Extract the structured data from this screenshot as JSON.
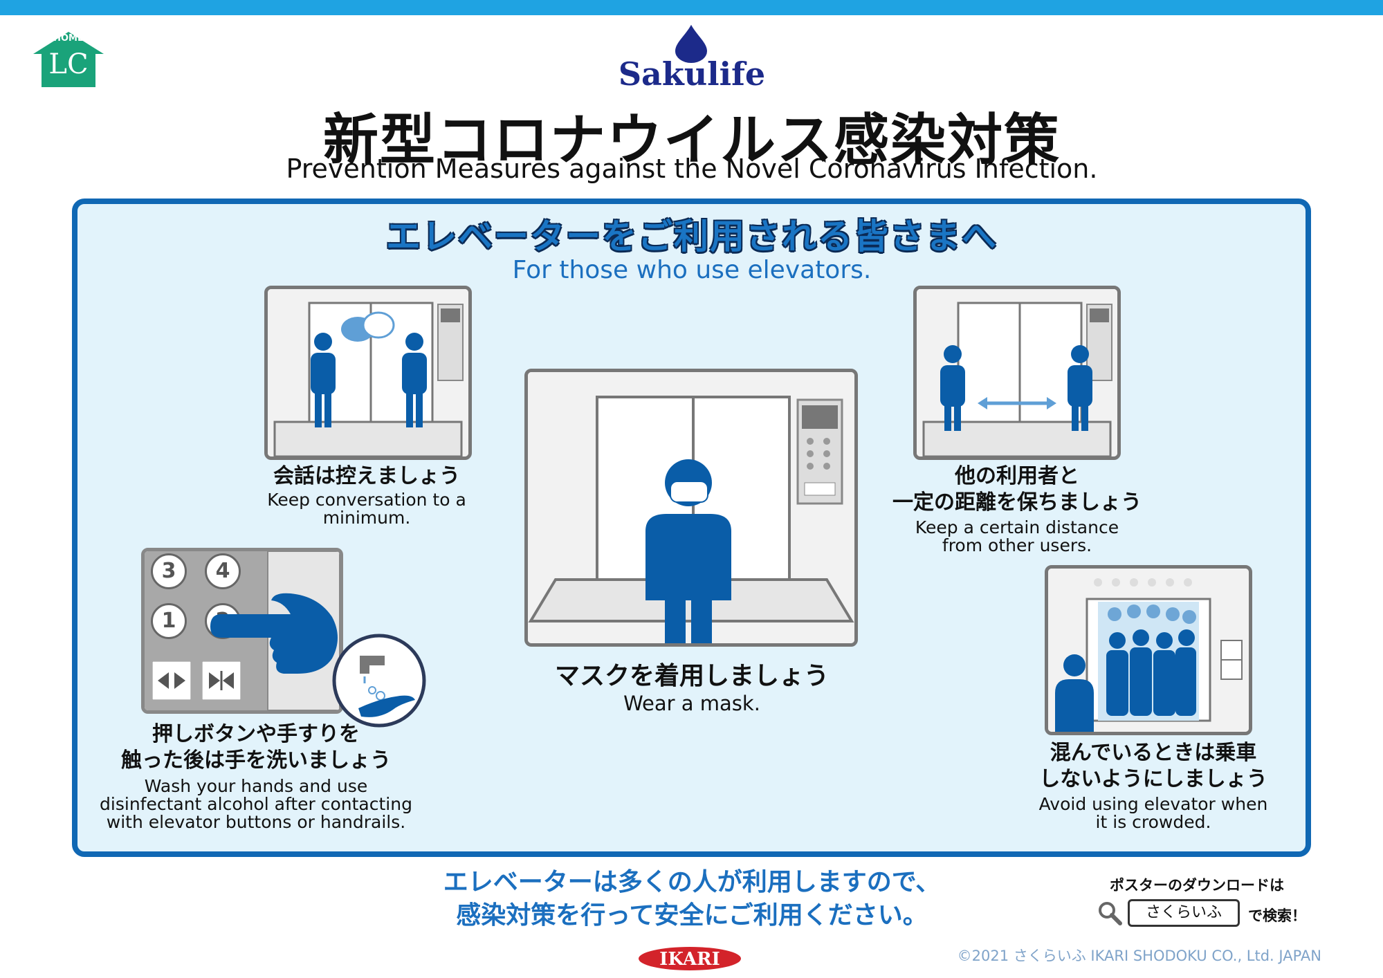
{
  "header": {
    "home_label": "HOME",
    "home_logo": "LC",
    "brand": "Sakulife",
    "title_jp": "新型コロナウイルス感染対策",
    "title_en": "Prevention Measures against the Novel Coronavirus Infection."
  },
  "panel": {
    "title_jp": "エレベーターをご利用される皆さまへ",
    "title_en": "For those who use elevators.",
    "items": [
      {
        "jp": [
          "会話は控えましょう"
        ],
        "en": [
          "Keep conversation to a",
          "minimum."
        ]
      },
      {
        "jp": [
          "他の利用者と",
          "一定の距離を保ちましょう"
        ],
        "en": [
          "Keep a certain distance",
          "from other users."
        ]
      },
      {
        "jp": [
          "マスクを着用しましょう"
        ],
        "en": [
          "Wear a mask."
        ]
      },
      {
        "jp": [
          "押しボタンや手すりを",
          "触った後は手を洗いましょう"
        ],
        "en": [
          "Wash your hands and use",
          "disinfectant alcohol after contacting",
          "with elevator buttons or handrails."
        ]
      },
      {
        "jp": [
          "混んでいるときは乗車",
          "しないようにしましょう"
        ],
        "en": [
          "Avoid using elevator when",
          "it is crowded."
        ]
      }
    ],
    "buttons": [
      "3",
      "4",
      "1",
      "2"
    ]
  },
  "footer": {
    "message": [
      "エレベーターは多くの人が利用しますので、",
      "感染対策を行って安全にご利用ください。"
    ],
    "download_label": "ポスターのダウンロードは",
    "search_term": "さくらいふ",
    "search_suffix": "で検索！",
    "ikari_logo": "IKARI",
    "copyright": "©2021 さくらいふ IKARI SHODOKU CO., Ltd. JAPAN"
  },
  "colors": {
    "accent_blue": "#1068b4",
    "panel_bg": "#e2f3fb",
    "top_bar": "#1fa3e2",
    "home_green": "#1aa37a",
    "brand_navy": "#1c2a8a",
    "ikari_red": "#d3232a"
  },
  "icons": [
    "house-icon",
    "water-drop-icon",
    "search-icon",
    "hand-wash-icon",
    "pointing-hand-icon"
  ]
}
